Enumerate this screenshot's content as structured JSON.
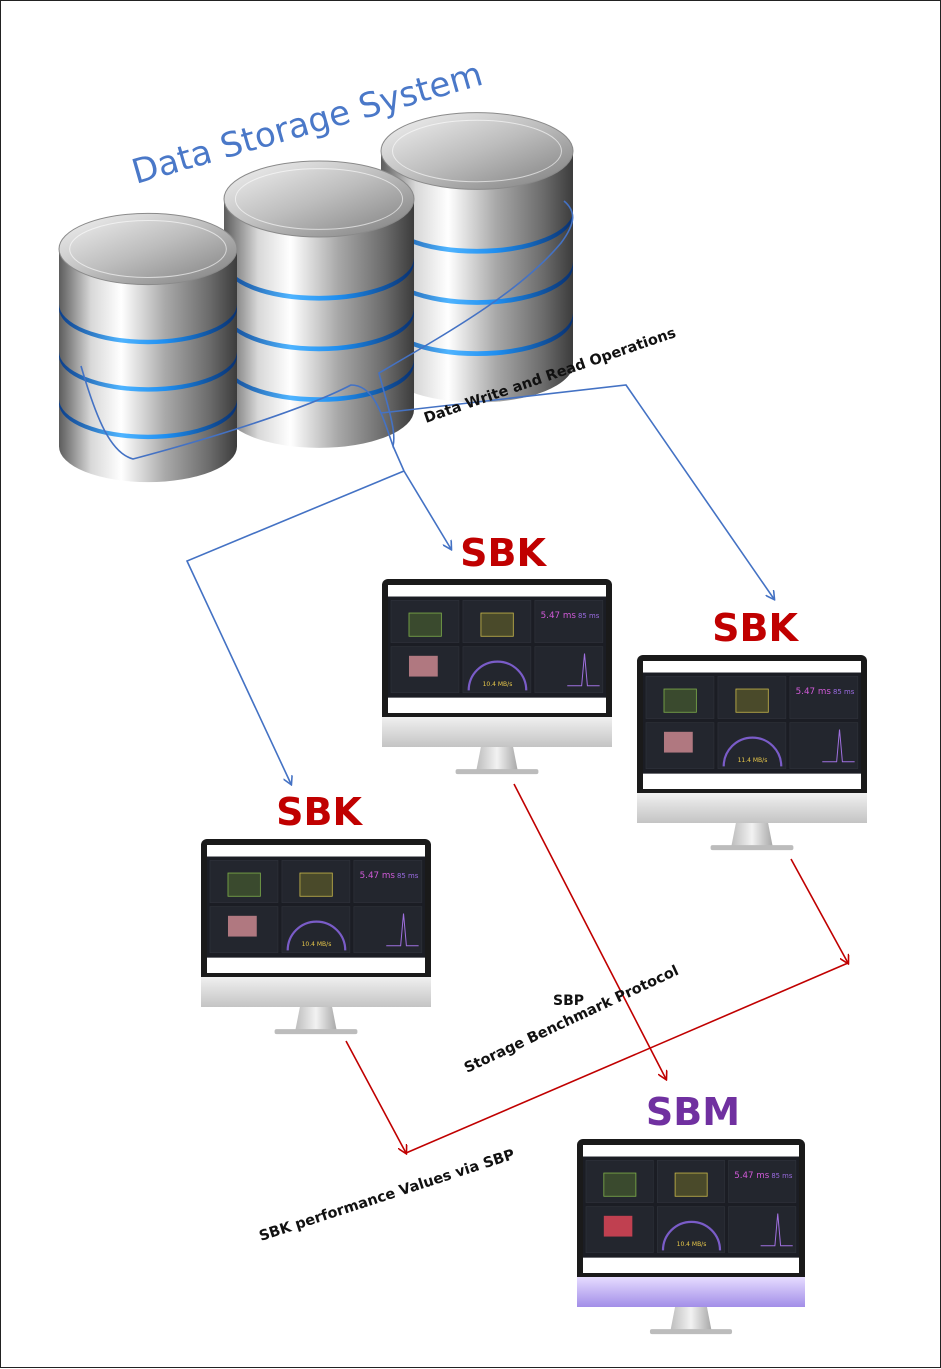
{
  "title": "Data Storage System",
  "arrow_labels": {
    "write_read": "Data Write and Read Operations",
    "sbp_short": "SBP",
    "sbp_long": "Storage Benchmark Protocol",
    "perf_values": "SBK performance Values via SBP"
  },
  "nodes": {
    "sbk_top": "SBK",
    "sbk_right": "SBK",
    "sbk_left": "SBK",
    "sbm": "SBM"
  },
  "screen_readouts": {
    "latency_value": "5.47",
    "latency_unit": "ms",
    "max_value": "85",
    "max_unit": "ms",
    "gauge_value_a": "10.4 MB/s",
    "gauge_value_b": "11.4 MB/s"
  },
  "colors": {
    "title_blue": "#4a78c8",
    "sbk_red": "#c00000",
    "sbm_purple": "#7030a0",
    "arrow_blue": "#4472c4",
    "arrow_red": "#c00000",
    "disk_blue": "#1e8ef0"
  }
}
